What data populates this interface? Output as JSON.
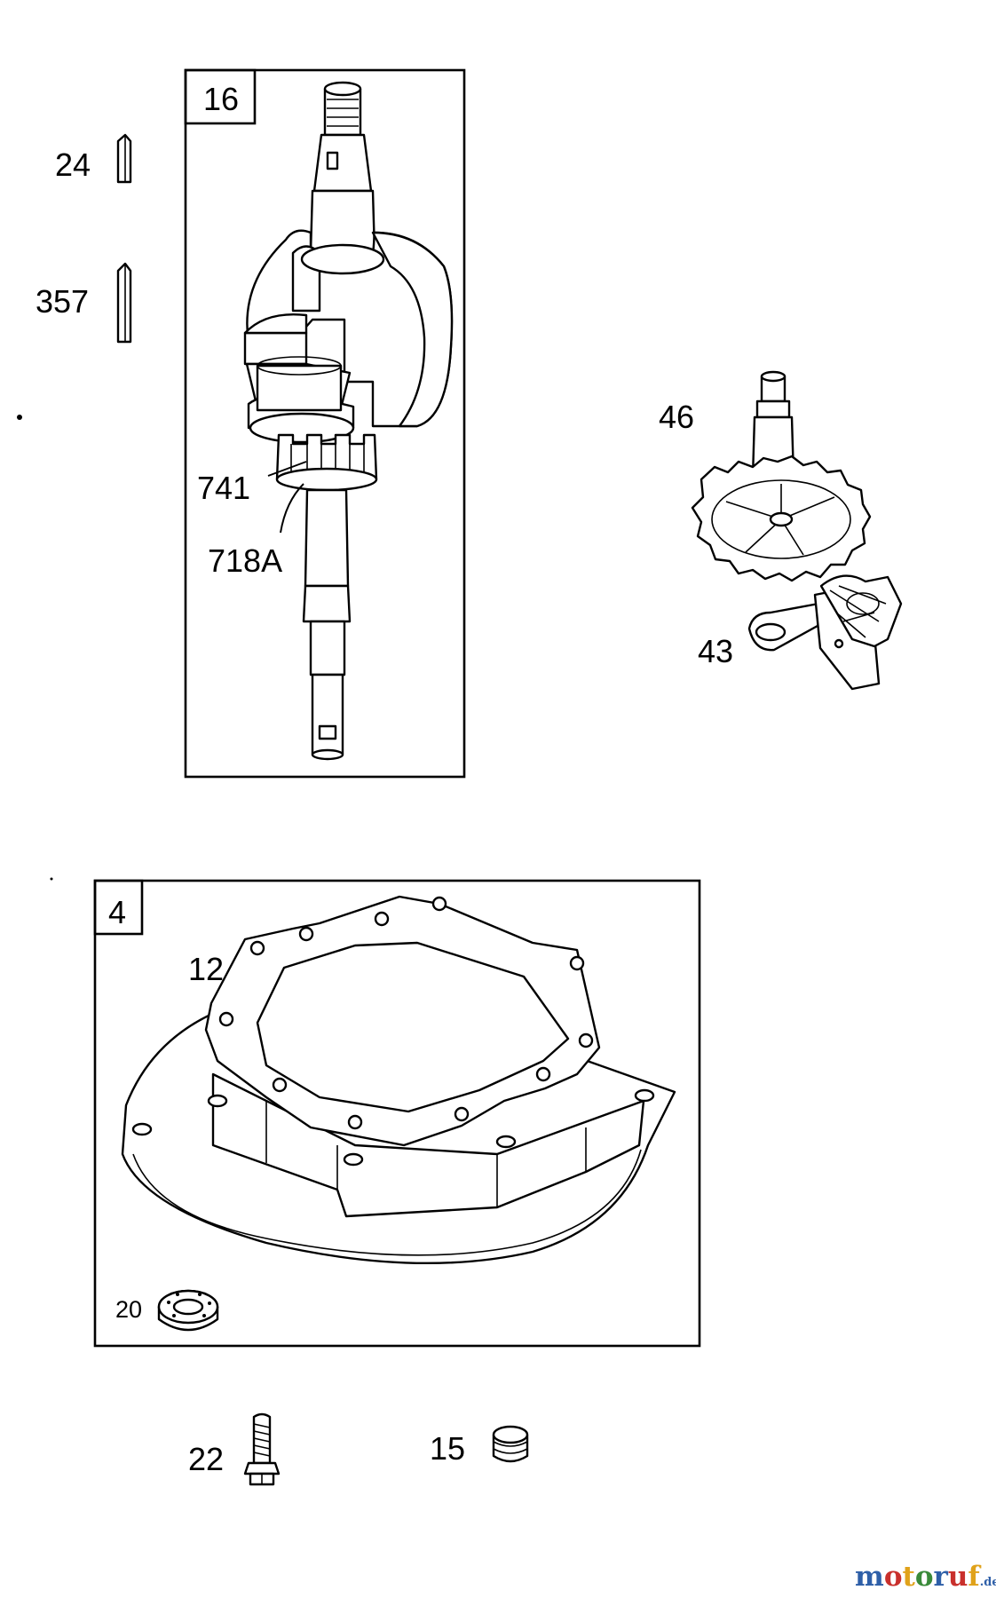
{
  "labels": {
    "box_crankshaft": "16",
    "box_sump": "4",
    "key_short": "24",
    "key_long": "357",
    "gear_crank": "741",
    "key_gear": "718A",
    "camshaft": "46",
    "governor": "43",
    "gasket": "12",
    "oil_seal": "20",
    "screw": "22",
    "plug": "15"
  },
  "watermark": {
    "brand": "motoruf",
    "suffix": ".de",
    "colors": [
      "#2e5fa8",
      "#c9302c",
      "#e0a21a",
      "#3a8a3a",
      "#2e5fa8",
      "#c9302c",
      "#e0a21a"
    ]
  }
}
